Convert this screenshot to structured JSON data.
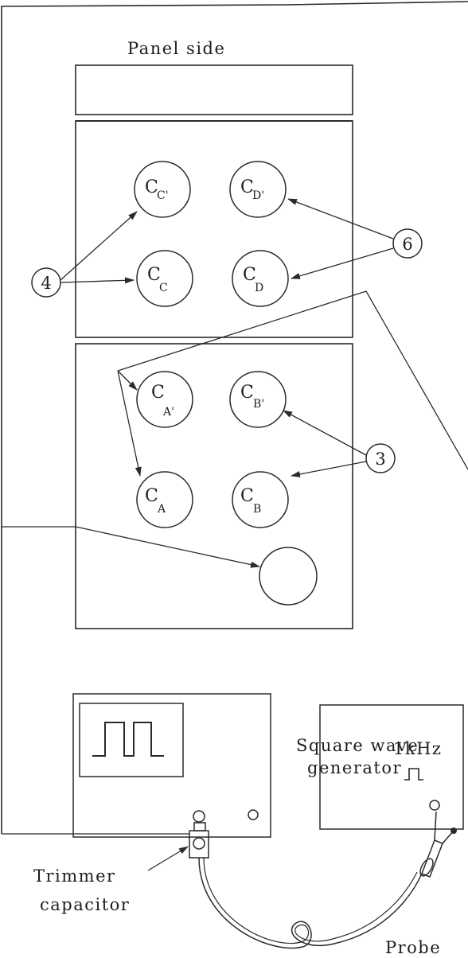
{
  "labels": {
    "panel_side": "Panel side",
    "square_wave_line1": "Square wave",
    "square_wave_line2": "generator",
    "frequency": "1kHz",
    "trimmer_line1": "Trimmer",
    "trimmer_line2": "capacitor",
    "probe": "Probe"
  },
  "capacitors": [
    {
      "main": "C",
      "sub": "C'"
    },
    {
      "main": "C",
      "sub": "D'"
    },
    {
      "main": "C",
      "sub": "C"
    },
    {
      "main": "C",
      "sub": "D"
    },
    {
      "main": "C",
      "sub": "A'"
    },
    {
      "main": "C",
      "sub": "B'"
    },
    {
      "main": "C",
      "sub": "A"
    },
    {
      "main": "C",
      "sub": "B"
    }
  ],
  "callouts": [
    "4",
    "6",
    "3"
  ]
}
